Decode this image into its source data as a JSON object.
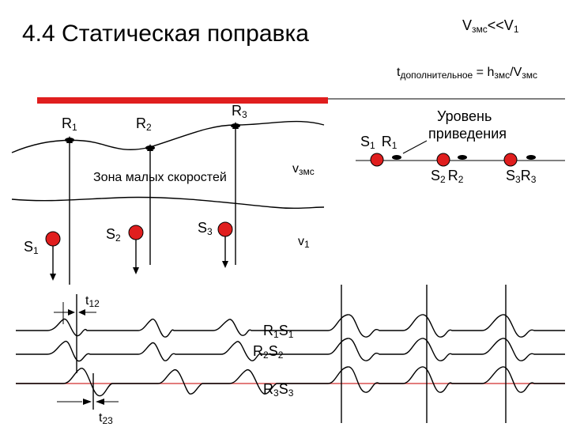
{
  "title": "4.4 Статическая поправка",
  "condition": {
    "main": "V",
    "sub1": "змс",
    "rel": "<<V",
    "sub2": "1"
  },
  "formula": {
    "t": "t",
    "t_sub": "дополнительное",
    "eq": " = h",
    "h_sub": "змс",
    "slash": "/V",
    "v_sub": "змс"
  },
  "receivers": {
    "r1": {
      "main": "R",
      "sub": "1"
    },
    "r2": {
      "main": "R",
      "sub": "2"
    },
    "r3": {
      "main": "R",
      "sub": "3"
    }
  },
  "sources": {
    "s1": {
      "main": "S",
      "sub": "1"
    },
    "s2": {
      "main": "S",
      "sub": "2"
    },
    "s3": {
      "main": "S",
      "sub": "3"
    }
  },
  "zone_label": "Зона малых скоростей",
  "v_zms": {
    "main": "v",
    "sub": "змс"
  },
  "v_1": {
    "main": "v",
    "sub": "1"
  },
  "datum": {
    "line1": "Уровень",
    "line2": "приведения"
  },
  "datum_pairs": {
    "p1": {
      "s": "S",
      "s_sub": "1",
      "r": "R",
      "r_sub": "1"
    },
    "p2": {
      "s": "S",
      "s_sub": "2",
      "r": "R",
      "r_sub": "2"
    },
    "p3": {
      "s": "S",
      "s_sub": "3",
      "r": "R",
      "r_sub": "3"
    }
  },
  "t12": {
    "main": "t",
    "sub": "12"
  },
  "t23": {
    "main": "t",
    "sub": "23"
  },
  "trace_labels": [
    {
      "a": "R",
      "a_sub": "1",
      "b": "S",
      "b_sub": "1"
    },
    {
      "a": "R",
      "a_sub": "2",
      "b": "S",
      "b_sub": "2"
    },
    {
      "a": "R",
      "a_sub": "3",
      "b": "S",
      "b_sub": "3"
    }
  ],
  "colors": {
    "red": "#e01e1e",
    "datum_bar": "#e01e1e",
    "trace_red": "#d85050",
    "ink": "#000000"
  }
}
